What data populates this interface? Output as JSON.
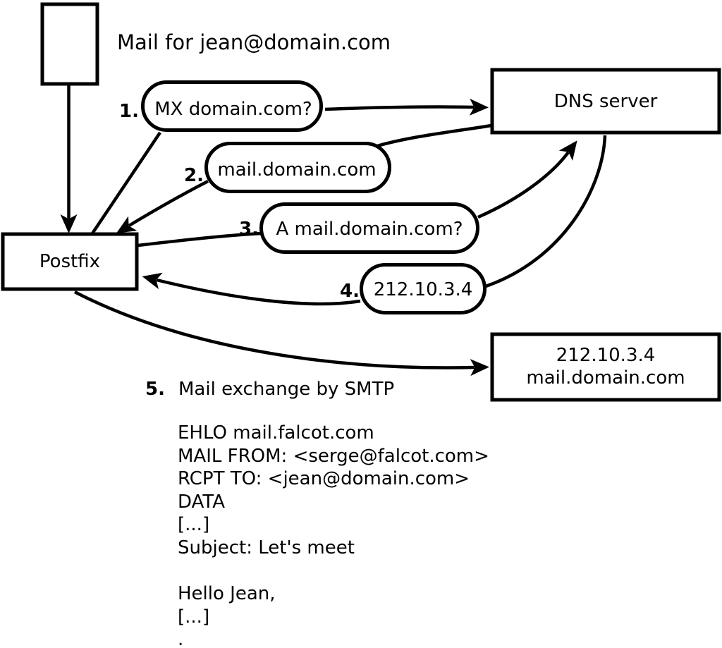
{
  "page": {
    "background": "#ffffff",
    "ink": "#000000"
  },
  "diagram": {
    "note": "Mail for jean@domain.com",
    "nodes": {
      "postfix": {
        "label": "Postfix"
      },
      "dns_server": {
        "label": "DNS server"
      },
      "mail_server": {
        "line1": "212.10.3.4",
        "line2": "mail.domain.com"
      }
    },
    "steps": [
      {
        "num": "1.",
        "label": "MX domain.com?"
      },
      {
        "num": "2.",
        "label": "mail.domain.com"
      },
      {
        "num": "3.",
        "label": "A mail.domain.com?"
      },
      {
        "num": "4.",
        "label": "212.10.3.4"
      },
      {
        "num": "5.",
        "label": "Mail exchange by SMTP"
      }
    ],
    "smtp_session": {
      "lines": [
        "EHLO mail.falcot.com",
        "MAIL FROM: <serge@falcot.com>",
        "RCPT TO: <jean@domain.com>",
        "DATA",
        "[...]",
        "Subject: Let's meet",
        "",
        "Hello Jean,",
        "[...]",
        "."
      ]
    }
  }
}
